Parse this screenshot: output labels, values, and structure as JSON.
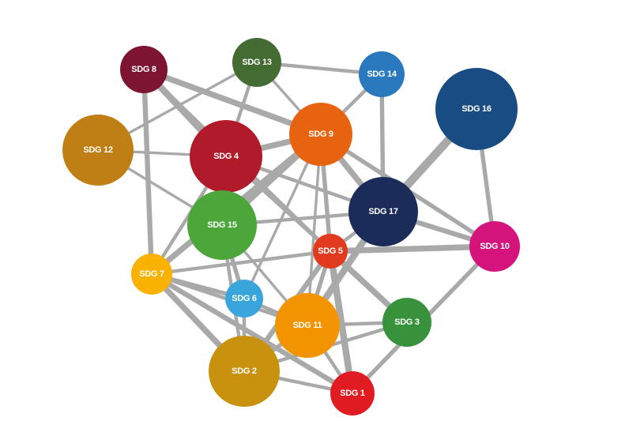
{
  "edge_color": "#a9a9a9",
  "nodes": [
    {
      "id": "sdg1",
      "label": "SDG 1",
      "color": "#e11b22"
    },
    {
      "id": "sdg2",
      "label": "SDG 2",
      "color": "#c8920e"
    },
    {
      "id": "sdg3",
      "label": "SDG 3",
      "color": "#38923c"
    },
    {
      "id": "sdg4",
      "label": "SDG 4",
      "color": "#b01a2a"
    },
    {
      "id": "sdg5",
      "label": "SDG 5",
      "color": "#e23a1e"
    },
    {
      "id": "sdg6",
      "label": "SDG 6",
      "color": "#3aa5dc"
    },
    {
      "id": "sdg7",
      "label": "SDG 7",
      "color": "#f9b200"
    },
    {
      "id": "sdg8",
      "label": "SDG 8",
      "color": "#7c1432"
    },
    {
      "id": "sdg9",
      "label": "SDG 9",
      "color": "#e8630f"
    },
    {
      "id": "sdg10",
      "label": "SDG 10",
      "color": "#d4137d"
    },
    {
      "id": "sdg11",
      "label": "SDG 11",
      "color": "#f29400"
    },
    {
      "id": "sdg12",
      "label": "SDG 12",
      "color": "#c07f15"
    },
    {
      "id": "sdg13",
      "label": "SDG 13",
      "color": "#436b32"
    },
    {
      "id": "sdg14",
      "label": "SDG 14",
      "color": "#2a78bd"
    },
    {
      "id": "sdg15",
      "label": "SDG 15",
      "color": "#4ca63a"
    },
    {
      "id": "sdg16",
      "label": "SDG 16",
      "color": "#184c82"
    },
    {
      "id": "sdg17",
      "label": "SDG 17",
      "color": "#1b2c5a"
    }
  ],
  "edges": [
    {
      "source": "sdg16",
      "target": "sdg17",
      "weight": 9
    },
    {
      "source": "sdg16",
      "target": "sdg10",
      "weight": 4
    },
    {
      "source": "sdg8",
      "target": "sdg4",
      "weight": 7
    },
    {
      "source": "sdg8",
      "target": "sdg9",
      "weight": 6
    },
    {
      "source": "sdg8",
      "target": "sdg7",
      "weight": 5
    },
    {
      "source": "sdg8",
      "target": "sdg5",
      "weight": 3
    },
    {
      "source": "sdg13",
      "target": "sdg14",
      "weight": 3
    },
    {
      "source": "sdg13",
      "target": "sdg9",
      "weight": 2
    },
    {
      "source": "sdg13",
      "target": "sdg4",
      "weight": 3
    },
    {
      "source": "sdg13",
      "target": "sdg12",
      "weight": 2
    },
    {
      "source": "sdg14",
      "target": "sdg9",
      "weight": 3
    },
    {
      "source": "sdg14",
      "target": "sdg17",
      "weight": 4
    },
    {
      "source": "sdg12",
      "target": "sdg4",
      "weight": 2
    },
    {
      "source": "sdg12",
      "target": "sdg15",
      "weight": 2
    },
    {
      "source": "sdg4",
      "target": "sdg9",
      "weight": 6
    },
    {
      "source": "sdg4",
      "target": "sdg15",
      "weight": 5
    },
    {
      "source": "sdg4",
      "target": "sdg17",
      "weight": 3
    },
    {
      "source": "sdg4",
      "target": "sdg5",
      "weight": 3
    },
    {
      "source": "sdg4",
      "target": "sdg7",
      "weight": 3
    },
    {
      "source": "sdg9",
      "target": "sdg17",
      "weight": 6
    },
    {
      "source": "sdg9",
      "target": "sdg10",
      "weight": 4
    },
    {
      "source": "sdg9",
      "target": "sdg5",
      "weight": 4
    },
    {
      "source": "sdg9",
      "target": "sdg15",
      "weight": 6
    },
    {
      "source": "sdg9",
      "target": "sdg7",
      "weight": 6
    },
    {
      "source": "sdg9",
      "target": "sdg11",
      "weight": 2
    },
    {
      "source": "sdg9",
      "target": "sdg6",
      "weight": 2
    },
    {
      "source": "sdg15",
      "target": "sdg17",
      "weight": 3
    },
    {
      "source": "sdg15",
      "target": "sdg6",
      "weight": 4
    },
    {
      "source": "sdg15",
      "target": "sdg11",
      "weight": 2
    },
    {
      "source": "sdg15",
      "target": "sdg2",
      "weight": 3
    },
    {
      "source": "sdg17",
      "target": "sdg10",
      "weight": 5
    },
    {
      "source": "sdg17",
      "target": "sdg5",
      "weight": 3
    },
    {
      "source": "sdg17",
      "target": "sdg11",
      "weight": 7
    },
    {
      "source": "sdg5",
      "target": "sdg10",
      "weight": 6
    },
    {
      "source": "sdg5",
      "target": "sdg3",
      "weight": 6
    },
    {
      "source": "sdg5",
      "target": "sdg1",
      "weight": 7
    },
    {
      "source": "sdg5",
      "target": "sdg2",
      "weight": 5
    },
    {
      "source": "sdg5",
      "target": "sdg7",
      "weight": 3
    },
    {
      "source": "sdg5",
      "target": "sdg11",
      "weight": 4
    },
    {
      "source": "sdg10",
      "target": "sdg1",
      "weight": 4
    },
    {
      "source": "sdg3",
      "target": "sdg11",
      "weight": 3
    },
    {
      "source": "sdg7",
      "target": "sdg6",
      "weight": 4
    },
    {
      "source": "sdg7",
      "target": "sdg2",
      "weight": 6
    },
    {
      "source": "sdg7",
      "target": "sdg1",
      "weight": 5
    },
    {
      "source": "sdg7",
      "target": "sdg11",
      "weight": 3
    },
    {
      "source": "sdg6",
      "target": "sdg11",
      "weight": 3
    },
    {
      "source": "sdg6",
      "target": "sdg2",
      "weight": 3
    },
    {
      "source": "sdg11",
      "target": "sdg2",
      "weight": 4
    },
    {
      "source": "sdg11",
      "target": "sdg1",
      "weight": 3
    },
    {
      "source": "sdg2",
      "target": "sdg1",
      "weight": 3
    },
    {
      "source": "sdg2",
      "target": "sdg3",
      "weight": 3
    }
  ]
}
